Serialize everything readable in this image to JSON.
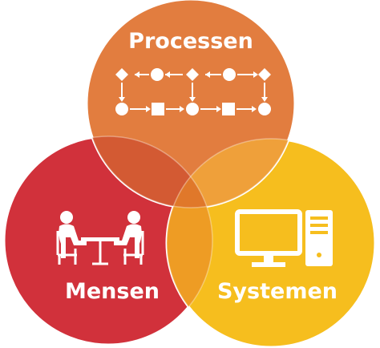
{
  "diagram": {
    "type": "venn",
    "circles": [
      {
        "id": "processen",
        "label": "Processen",
        "icon": "process-flow-icon",
        "color": "#E27D3F"
      },
      {
        "id": "mensen",
        "label": "Mensen",
        "icon": "meeting-people-icon",
        "color": "#D1313B"
      },
      {
        "id": "systemen",
        "label": "Systemen",
        "icon": "computer-icon",
        "color": "#F6BE1E"
      }
    ]
  }
}
